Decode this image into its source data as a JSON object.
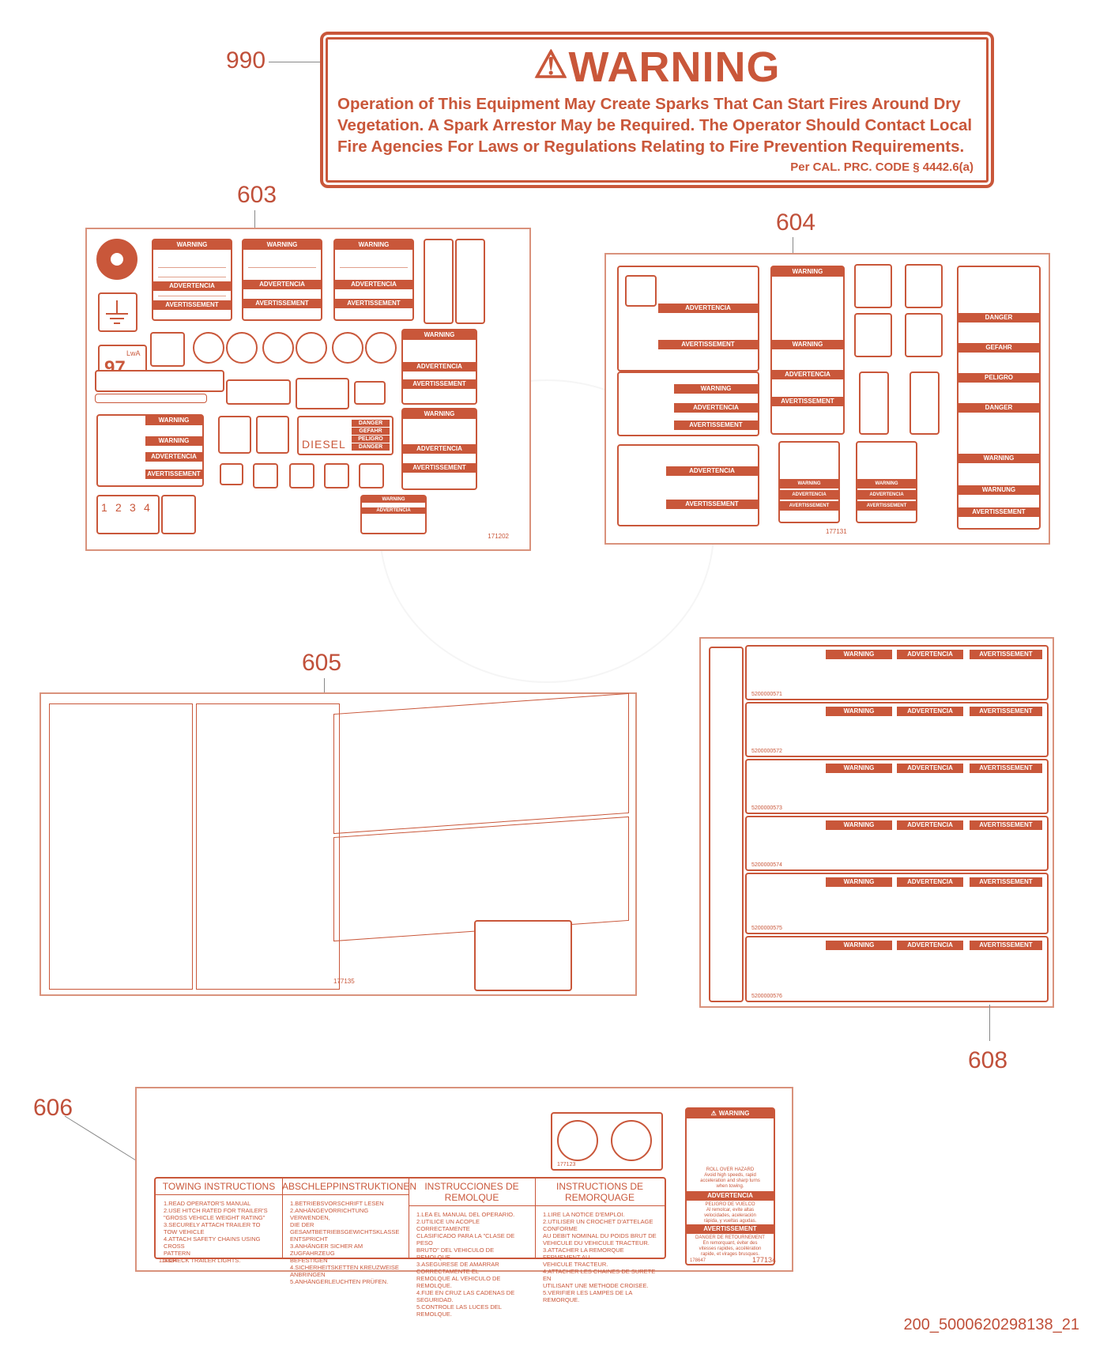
{
  "callouts": {
    "c990": "990",
    "c603": "603",
    "c604": "604",
    "c605": "605",
    "c606": "606",
    "c608": "608"
  },
  "warning_decal": {
    "title": "WARNING",
    "text": "Operation of This Equipment May Create Sparks That Can Start Fires Around Dry Vegetation. A Spark Arrestor May be Required. The Operator Should Contact Local Fire Agencies For Laws or Regulations Relating to Fire Prevention Requirements.",
    "code": "Per CAL. PRC. CODE § 4442.6(a)"
  },
  "sheet603": {
    "sheet_number": "171202",
    "headers": {
      "warning": "WARNING",
      "advertencia": "ADVERTENCIA",
      "avertissement": "AVERTISSEMENT"
    },
    "diesel": "DIESEL",
    "danger_stack": [
      "DANGER",
      "GEFAHR",
      "PELIGRO",
      "DANGER"
    ],
    "sound_level": "97",
    "sound_unit": "LwA",
    "tower_numbers": [
      "1",
      "2",
      "3",
      "4"
    ]
  },
  "sheet604": {
    "sheet_number": "177131",
    "headers": {
      "warning": "WARNING",
      "advertencia": "ADVERTENCIA",
      "avertissement": "AVERTISSEMENT",
      "danger": "DANGER",
      "gefahr": "GEFAHR",
      "peligro": "PELIGRO",
      "warnung": "WARNUNG"
    }
  },
  "sheet605": {
    "sheet_number": "177135"
  },
  "sheet608": {
    "headers": [
      "WARNING",
      "ADVERTENCIA",
      "AVERTISSEMENT"
    ],
    "part_numbers": [
      "5200000571",
      "5200000572",
      "5200000573",
      "5200000574",
      "5200000575",
      "5200000576"
    ]
  },
  "sheet606": {
    "sheet_number": "177134",
    "small_numbers": [
      "114884",
      "177123",
      "178647"
    ],
    "towing_table": {
      "columns": [
        {
          "title": "TOWING INSTRUCTIONS",
          "text": "1.READ OPERATOR'S MANUAL\n2.USE HITCH RATED FOR TRAILER'S\n  \"GROSS VEHICLE WEIGHT RATING\"\n3.SECURELY ATTACH TRAILER TO TOW VEHICLE\n4.ATTACH SAFETY CHAINS USING CROSS\n  PATTERN\n5.CHECK TRAILER LIGHTS."
        },
        {
          "title": "ABSCHLEPPINSTRUKTIONEN",
          "text": "1.BETRIEBSVORSCHRIFT LESEN\n2.ANHÄNGEVORRICHTUNG VERWENDEN,\n  DIE DER GESAMTBETRIEBSGEWICHTSKLASSE\n  ENTSPRICHT\n3.ANHÄNGER SICHER AM ZUGFAHRZEUG\n  BEFESTIGEN\n4.SICHERHEITSKETTEN KREUZWEISE ANBRINGEN\n5.ANHÄNGERLEUCHTEN PRÜFEN."
        },
        {
          "title": "INSTRUCCIONES DE REMOLQUE",
          "text": "1.LEA EL MANUAL DEL OPERARIO.\n2.UTILICE UN ACOPLE CORRECTAMENTE\n  CLASIFICADO PARA LA \"CLASE DE PESO\n  BRUTO\" DEL VEHICULO DE REMOLQUE.\n3.ASEGURESE DE AMARRAR CORRECTAMENTE EL\n  REMOLQUE AL VEHICULO DE REMOLQUE.\n4.FIJE EN CRUZ LAS CADENAS DE SEGURIDAD.\n5.CONTROLE LAS LUCES DEL REMOLQUE."
        },
        {
          "title": "INSTRUCTIONS DE REMORQUAGE",
          "text": "1.LIRE LA NOTICE D'EMPLOI.\n2.UTILISER UN CROCHET D'ATTELAGE CONFORME\n  AU DEBIT NOMINAL DU POIDS BRUT DE\n  VEHICULE DU VEHICULE TRACTEUR.\n3.ATTACHER LA REMORQUE FERMEMENT AU\n  VEHICULE TRACTEUR.\n4.ATTACHER LES CHAINES DE SURETE EN\n  UTILISANT UNE METHODE CROISEE.\n5.VERIFIER LES LAMPES DE LA REMORQUE."
        }
      ]
    },
    "rollover": {
      "warning": "WARNING",
      "warning_text": "ROLL OVER HAZARD\nAvoid high speeds, rapid\nacceleration and sharp turns\nwhen towing.",
      "advertencia": "ADVERTENCIA",
      "advertencia_text": "PELIGRO DE VUELCO\nAl remolcar, evite altas\nvelocidades, aceleración\nrápida, y vueltas agudas.",
      "avertissement": "AVERTISSEMENT",
      "avertissement_text": "DANGER DE RETOURNEMENT\nEn remorquant, éviter des\nvitesses rapides, accélération\nrapide, et virages brusques."
    }
  },
  "figure_id": "200_5000620298138_21",
  "colors": {
    "accent": "#c9573a",
    "leader": "#888888"
  }
}
